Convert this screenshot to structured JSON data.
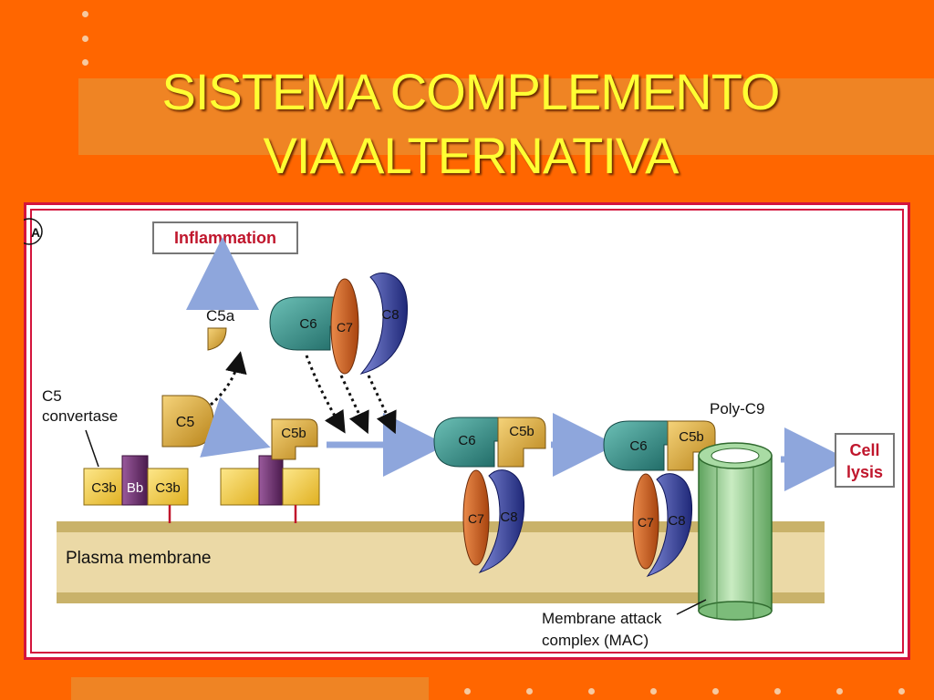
{
  "slide": {
    "title_line1": "SISTEMA COMPLEMENTO",
    "title_line2": "VIA ALTERNATIVA"
  },
  "diagram": {
    "panel_letter": "A",
    "inflammation": "Inflammation",
    "c5a": "C5a",
    "c5_convertase_line1": "C5",
    "c5_convertase_line2": "convertase",
    "c5": "C5",
    "c3b_left": "C3b",
    "bb": "Bb",
    "c3b_right": "C3b",
    "c5b": "C5b",
    "c6": "C6",
    "c7": "C7",
    "c8": "C8",
    "poly_c9": "Poly-C9",
    "cell_lysis_line1": "Cell",
    "cell_lysis_line2": "lysis",
    "plasma_membrane": "Plasma membrane",
    "mac_line1": "Membrane attack",
    "mac_line2": "complex (MAC)"
  },
  "colors": {
    "background": "#ff6600",
    "title": "#ffff33",
    "frame_border": "#d4143c",
    "c5_gold": "#d9a52e",
    "c3b_yellow": "#f2cc3a",
    "bb_purple": "#6b2d6e",
    "c6_teal": "#2f8a84",
    "c7_orange": "#cc5a1e",
    "c8_blue": "#2e3a9e",
    "poly_c9_green": "#8cc88a",
    "arrow_blue": "#8ea6dc",
    "membrane_tan": "#ebd9a6",
    "lysis_red": "#d4143c"
  }
}
